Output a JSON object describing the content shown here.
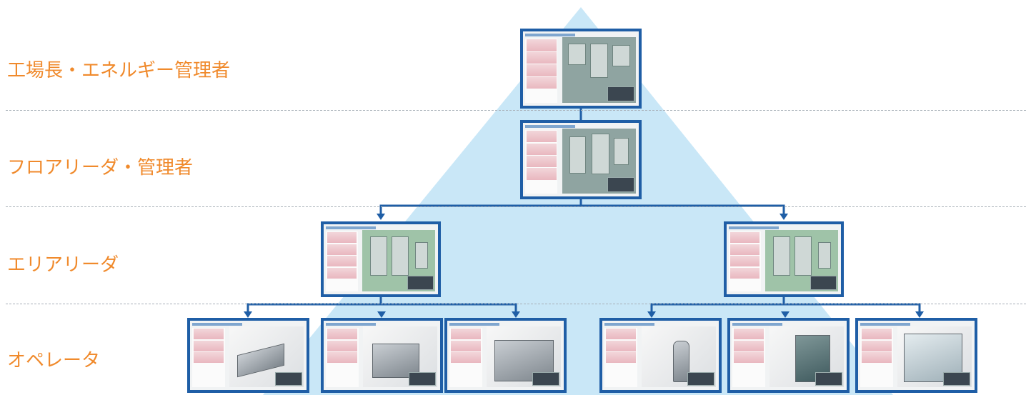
{
  "levels": [
    {
      "label": "工場長・エネルギー管理者"
    },
    {
      "label": "フロアリーダ・管理者"
    },
    {
      "label": "エリアリーダ"
    },
    {
      "label": "オペレータ"
    }
  ],
  "colors": {
    "label": "#f08a2c",
    "frame": "#1f5ea6",
    "pyramid": "#c9e7f7",
    "divider": "#a8b0b8"
  },
  "screens": {
    "plant_manager": {
      "count": 1
    },
    "floor_leader": {
      "count": 1
    },
    "area_leader": {
      "count": 2
    },
    "operator": {
      "count": 6
    }
  }
}
